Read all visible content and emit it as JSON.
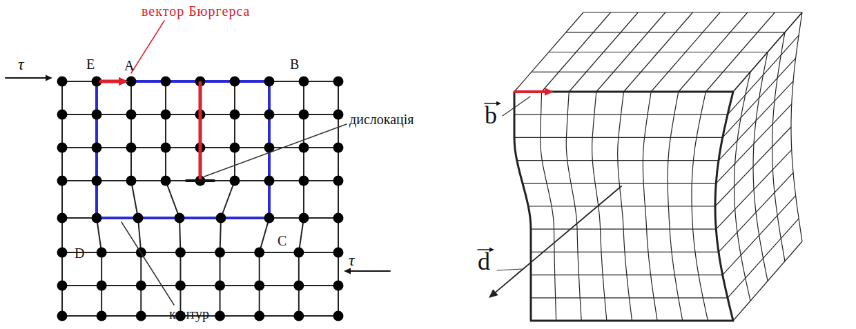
{
  "diagram": {
    "labels": [
      "вектор Бюргерса",
      "τ",
      "E",
      "A",
      "B",
      "дислокація",
      "D",
      "C",
      "контур",
      "τ",
      "b",
      "d"
    ]
  }
}
